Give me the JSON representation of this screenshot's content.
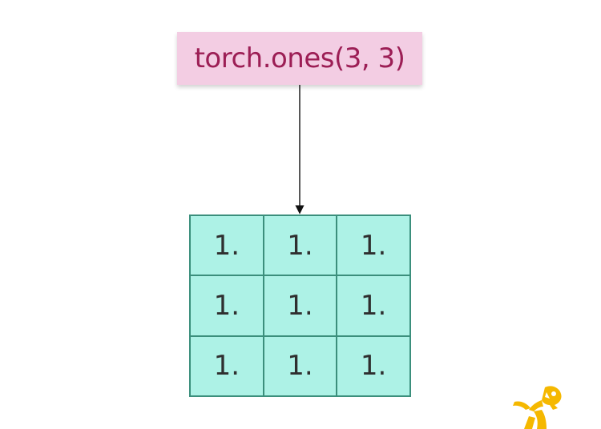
{
  "code_label": "torch.ones(3, 3)",
  "tensor": {
    "rows": [
      [
        "1.",
        "1.",
        "1."
      ],
      [
        "1.",
        "1.",
        "1."
      ],
      [
        "1.",
        "1.",
        "1."
      ]
    ]
  },
  "colors": {
    "code_bg": "#f3cde3",
    "code_text": "#9c1e55",
    "cell_bg": "#adf2e6",
    "cell_border": "#3b8f7c",
    "logo": "#f5b800"
  },
  "icons": {
    "corner_logo": "mascot-logo-icon"
  }
}
